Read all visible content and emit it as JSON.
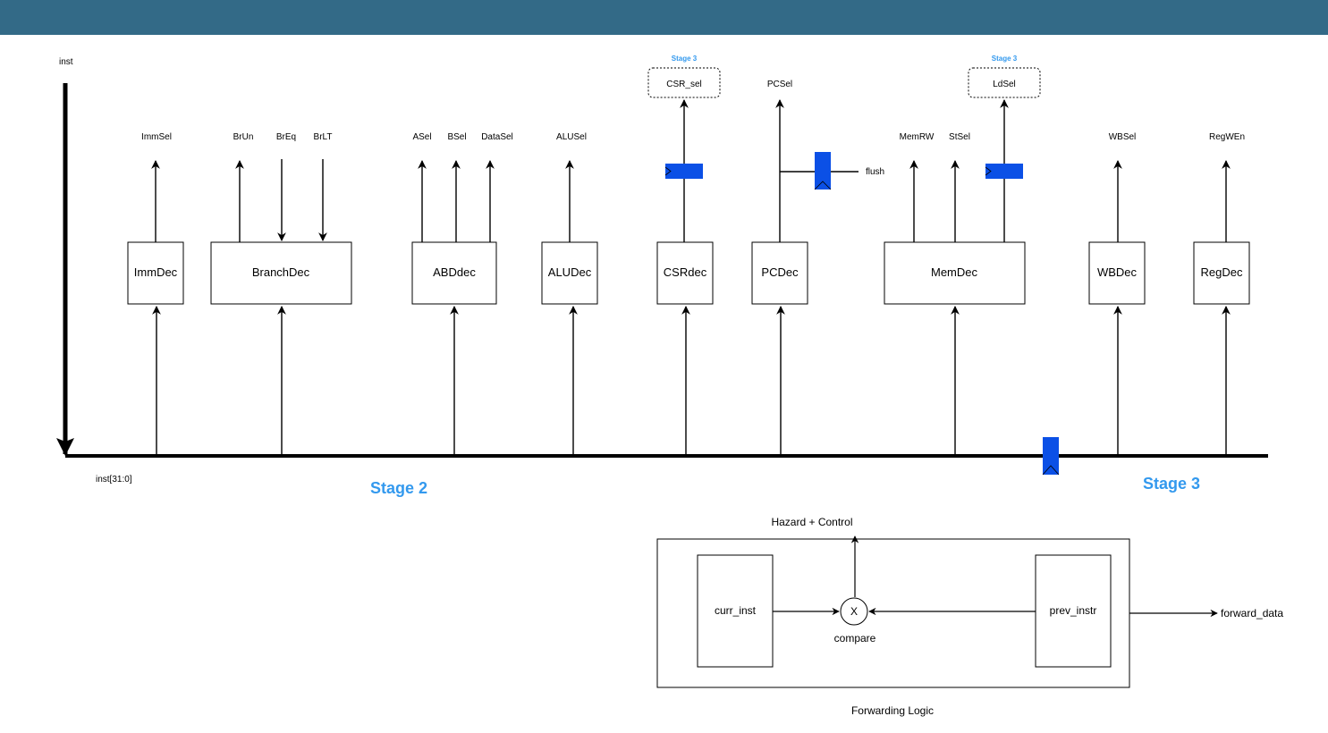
{
  "colors": {
    "top_bar": "#336a87",
    "stage_label": "#3399ee",
    "register": "#0b50e6",
    "line": "#000000"
  },
  "bus": {
    "top_label": "inst",
    "bottom_label": "inst[31:0]"
  },
  "stages": {
    "stage2": "Stage 2",
    "stage3": "Stage 3",
    "csr_tag": "Stage 3",
    "ld_tag": "Stage 3"
  },
  "blocks": {
    "immdec": "ImmDec",
    "branchdec": "BranchDec",
    "abdec": "ABDdec",
    "aludec": "ALUDec",
    "csrdec": "CSRdec",
    "pcdec": "PCDec",
    "memdec": "MemDec",
    "wbdec": "WBDec",
    "regdec": "RegDec"
  },
  "signals": {
    "immsel": "ImmSel",
    "brun": "BrUn",
    "breq": "BrEq",
    "brlt": "BrLT",
    "asel": "ASel",
    "bsel": "BSel",
    "datasel": "DataSel",
    "alusel": "ALUSel",
    "csr_sel": "CSR_sel",
    "pcsel": "PCSel",
    "flush": "flush",
    "memrw": "MemRW",
    "stsel": "StSel",
    "ldsel": "LdSel",
    "wbsel": "WBSel",
    "regwen": "RegWEn"
  },
  "forwarding": {
    "hazard_label": "Hazard + Control",
    "curr_inst": "curr_inst",
    "prev_instr": "prev_instr",
    "compare_symbol": "X",
    "compare_label": "compare",
    "forward_data": "forward_data",
    "caption": "Forwarding Logic"
  }
}
